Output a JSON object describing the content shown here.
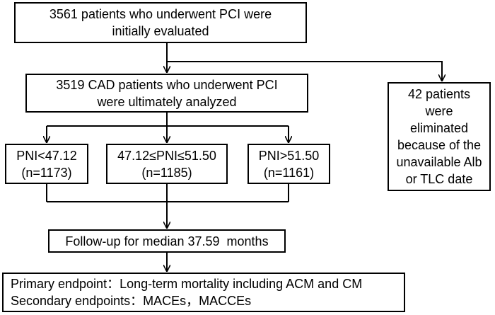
{
  "flowchart": {
    "initial": {
      "line1": "3561 patients who underwent PCI were",
      "line2": "initially evaluated"
    },
    "analyzed": {
      "line1": "3519 CAD patients who underwent PCI",
      "line2": "were ultimately analyzed"
    },
    "excluded": {
      "line1": "42 patients",
      "line2": "were",
      "line3": "eliminated",
      "line4": "because of the",
      "line5": "unavailable Alb",
      "line6": "or TLC date"
    },
    "groups": [
      {
        "line1": "PNI<47.12",
        "line2": "(n=1173)"
      },
      {
        "line1": "47.12≤PNI≤51.50",
        "line2": "(n=1185)"
      },
      {
        "line1": "PNI>51.50",
        "line2": "(n=1161)"
      }
    ],
    "followup": {
      "label": "Follow-up for median 37.59  months"
    },
    "endpoints": {
      "primary": "Primary endpoint：Long-term mortality including ACM and CM",
      "secondary": "Secondary endpoints：MACEs，MACCEs"
    }
  }
}
